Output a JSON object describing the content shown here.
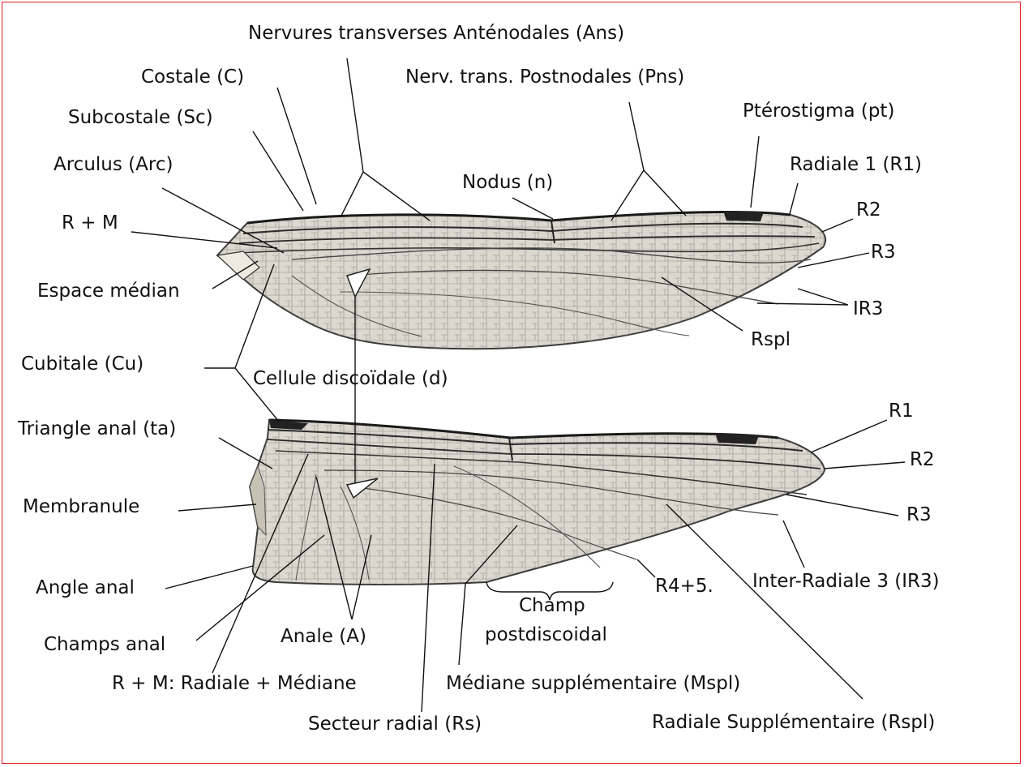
{
  "colors": {
    "frame": "#e01b24",
    "wing_fill": "#dcd8d0",
    "vein": "#3a3a3a",
    "pterostigma": "#222222",
    "leader": "#111111"
  },
  "labels": {
    "nervures_anten": "Nervures transverses Anténodales (Ans)",
    "costale": "Costale (C)",
    "nerv_postnod": "Nerv. trans. Postnodales (Pns)",
    "subcostale": "Subcostale (Sc)",
    "pterostigma": "Ptérostigma (pt)",
    "arculus": "Arculus (Arc)",
    "radiale1": "Radiale 1 (R1)",
    "nodus": "Nodus (n)",
    "rm": "R + M",
    "r2_top": "R2",
    "r3_top": "R3",
    "espace_median": "Espace médian",
    "ir3_top": "IR3",
    "rspl": "Rspl",
    "cubitale": "Cubitale (Cu)",
    "cellule": "Cellule discoïdale (d)",
    "r1_bottom": "R1",
    "triangle_anal": "Triangle anal (ta)",
    "r2_bottom": "R2",
    "membranule": "Membranule",
    "r3_bottom": "R3",
    "inter_radiale": "Inter-Radiale 3 (IR3)",
    "angle_anal": "Angle anal",
    "r45": "R4+5.",
    "champ_1": "Champ",
    "champ_2": "postdiscoidal",
    "champs_anal": "Champs anal",
    "anale": "Anale (A)",
    "rm_full": "R + M: Radiale + Médiane",
    "mediane_suppl": "Médiane supplémentaire (Mspl)",
    "secteur_radial": "Secteur radial (Rs)",
    "radiale_suppl": "Radiale Supplémentaire (Rspl)"
  }
}
